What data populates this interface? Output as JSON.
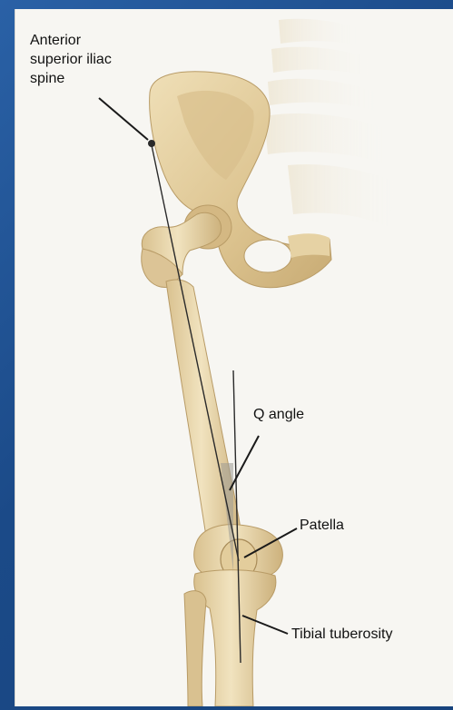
{
  "labels": {
    "asis": "Anterior\nsuperior iliac\nspine",
    "q_angle": "Q angle",
    "patella": "Patella",
    "tibial_tuberosity": "Tibial tuberosity"
  },
  "colors": {
    "background": "#1c4f8f",
    "panel": "#f7f6f2",
    "bone": "#e9d8ae",
    "bone_shadow": "#c7ae7c",
    "line": "#2a2a2a"
  }
}
